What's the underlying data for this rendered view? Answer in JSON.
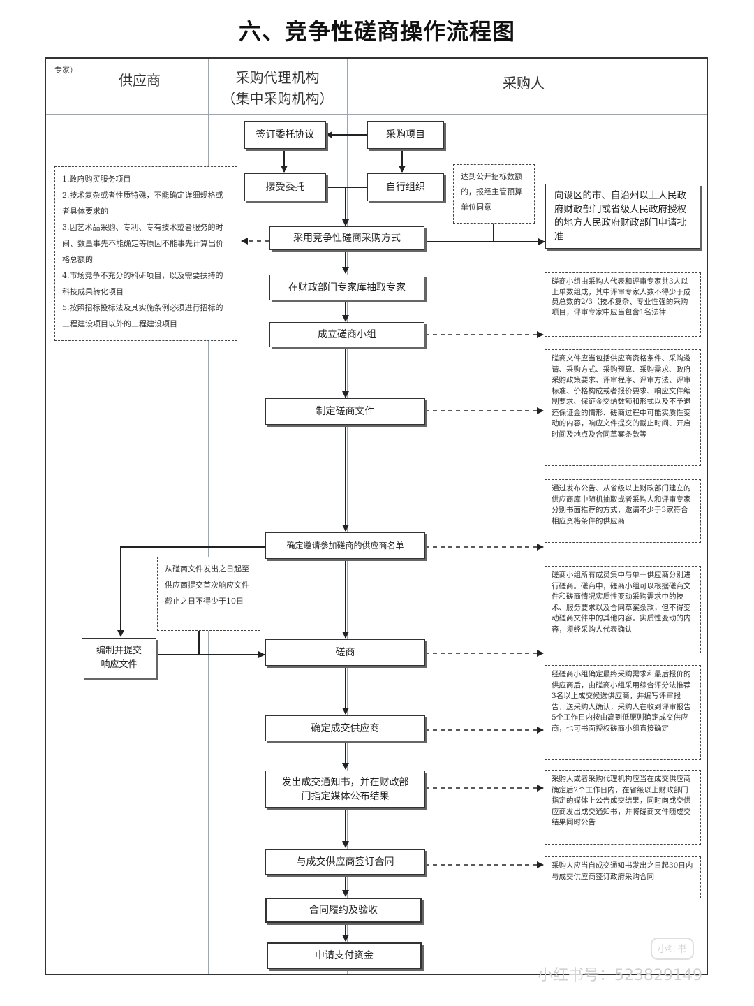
{
  "title": "六、竞争性磋商操作流程图",
  "lanes": {
    "corner_note": "专家）",
    "supplier": "供应商",
    "agency_line1": "采购代理机构",
    "agency_line2": "（集中采购机构）",
    "purchaser": "采购人"
  },
  "nodes": {
    "sign_agreement": "签订委托协议",
    "purchase_project": "采购项目",
    "accept_entrust": "接受委托",
    "self_organize": "自行组织",
    "adopt_method": "采用竞争性磋商采购方式",
    "extract_experts": "在财政部门专家库抽取专家",
    "form_group": "成立磋商小组",
    "make_docs": "制定磋商文件",
    "determine_list": "确定邀请参加磋商的供应商名单",
    "compile_response_1": "编制并提交",
    "compile_response_2": "响应文件",
    "consultation": "磋商",
    "determine_winner": "确定成交供应商",
    "issue_notice_1": "发出成交通知书，并在财政部",
    "issue_notice_2": "门指定媒体公布结果",
    "sign_contract": "与成交供应商签订合同",
    "perform_contract": "合同履约及验收",
    "apply_payment": "申请支付资金"
  },
  "notes": {
    "applicable": [
      "1.政府购买服务项目",
      "2.技术复杂或者性质特殊，不能确定详细规格或者具体要求的",
      "3.因艺术品采购、专利、专有技术或者服务的时间、数量事先不能确定等原因不能事先计算出价格总额的",
      "4.市场竞争不充分的科研项目，以及需要扶持的科技成果转化项目",
      "5.按照招标投标法及其实施条例必须进行招标的工程建设项目以外的工程建设项目"
    ],
    "public_tender": "达到公开招标数额的，报经主管预算单位同意",
    "approval": "向设区的市、自治州以上人民政府财政部门或省级人民政府授权的地方人民政府财政部门申请批准",
    "group_composition": "磋商小组由采购人代表和评审专家共3人以上单数组成，其中评审专家人数不得少于成员总数的2/3（技术复杂、专业性强的采购项目，评审专家中应当包含1名法律",
    "docs_content": "磋商文件应当包括供应商资格条件、采购邀请、采购方式、采购预算、采购需求、政府采购政策要求、评审程序、评审方法、评审标准、价格构成或者报价要求、响应文件编制要求、保证金交纳数额和形式以及不予退还保证金的情形、磋商过程中可能实质性变动的内容，响应文件提交的截止时间、开启时间及地点及合同草案条款等",
    "invite_method": "通过发布公告、从省级以上财政部门建立的供应商库中随机抽取或者采购人和评审专家分别书面推荐的方式，邀请不少于3家符合相应资格条件的供应商",
    "deadline": "从磋商文件发出之日起至供应商提交首次响应文件截止之日不得少于10日",
    "consult_process": "磋商小组所有成员集中与单一供应商分别进行磋商。磋商中，磋商小组可以根据磋商文件和磋商情况实质性变动采购需求中的技术、服务要求以及合同草案条款，但不得变动磋商文件中的其他内容。实质性变动的内容，须经采购人代表确认",
    "winner_process": "经磋商小组确定最终采购需求和最后报价的供应商后，由磋商小组采用综合评分法推荐3名以上成交候选供应商，并编写评审报告，送采购人确认，采购人在收到评审报告5个工作日内按由高到低原则确定成交供应商，也可书面授权磋商小组直接确定",
    "notice_process": "采购人或者采购代理机构应当在成交供应商确定后2个工作日内，在省级以上财政部门指定的媒体上公告成交结果，同时向成交供应商发出成交通知书，并将磋商文件随成交结果同时公告",
    "contract_deadline": "采购人应当自成交通知书发出之日起30日内与成交供应商签订政府采购合同"
  },
  "watermark": {
    "logo": "小红书",
    "account": "小红书号：523829149"
  }
}
